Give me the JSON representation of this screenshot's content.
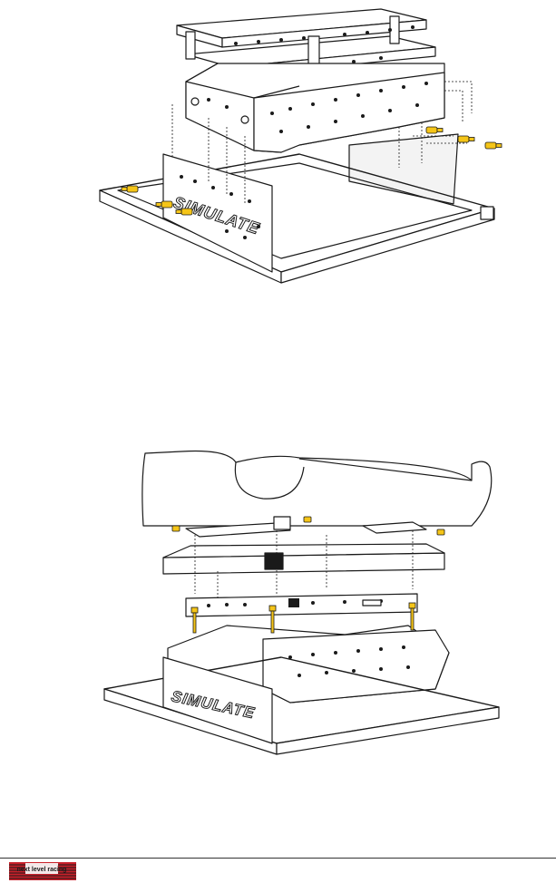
{
  "document": {
    "figures": [
      {
        "name": "frame-mount-assembly",
        "brand_text": "SIMULATE",
        "bolt_color": "#f5c518"
      },
      {
        "name": "seat-mount-assembly",
        "brand_text": "SIMULATE",
        "bolt_color": "#f5c518"
      }
    ],
    "footer": {
      "logo_text": "next level racing",
      "logo_bg": "#c8202a"
    },
    "colors": {
      "line": "#1a1a1a",
      "fill": "#ffffff",
      "shade": "#d9d9d9"
    }
  }
}
